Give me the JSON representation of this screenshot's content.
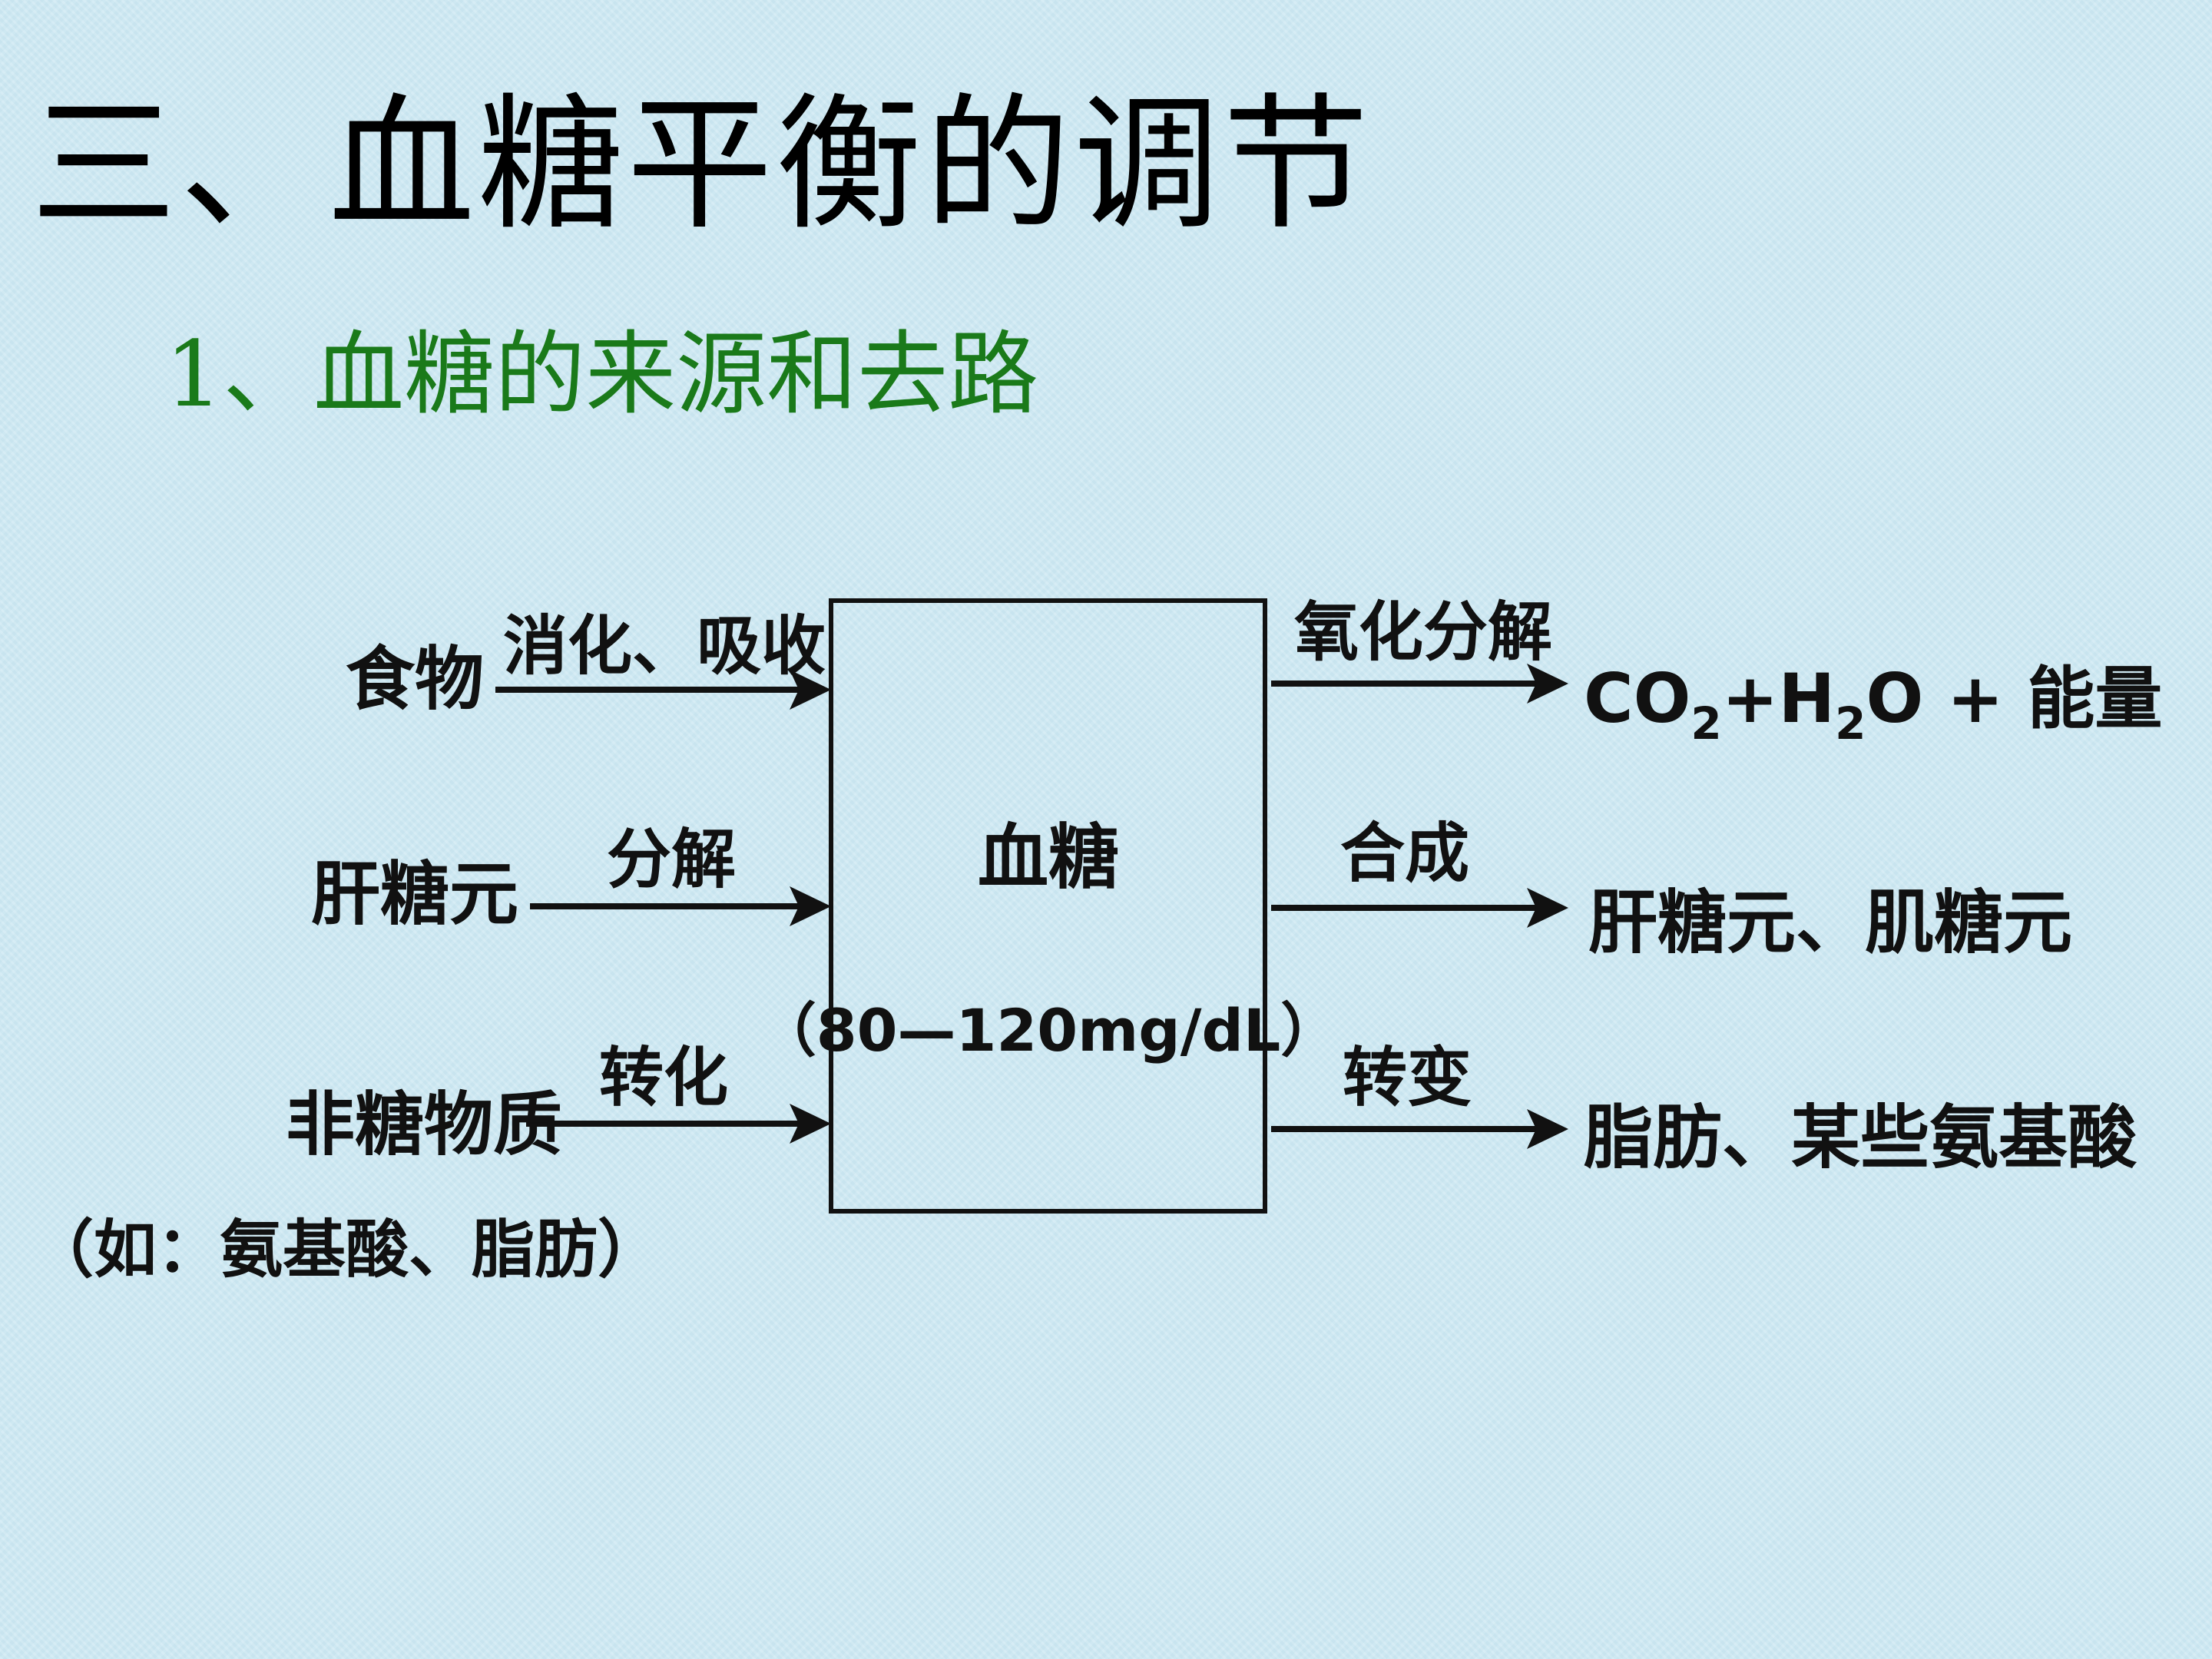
{
  "title": "三、血糖平衡的调节",
  "subtitle": "1、血糖的来源和去路",
  "diagram": {
    "center": {
      "label": "血糖",
      "range": "（80—120mg/dL）"
    },
    "sources": [
      {
        "label": "食物",
        "process": "消化、吸收"
      },
      {
        "label": "肝糖元",
        "process": "分解"
      },
      {
        "label": "非糖物质",
        "note": "（如：氨基酸、脂肪）",
        "process": "转化"
      }
    ],
    "outputs": [
      {
        "process": "氧化分解",
        "result": {
          "co": "CO",
          "sub1": "2",
          "plus_h": "+H",
          "sub2": "2",
          "tail": "O + 能量"
        }
      },
      {
        "process": "合成",
        "label": "肝糖元、肌糖元"
      },
      {
        "process": "转变",
        "label": "脂肪、某些氨基酸"
      }
    ]
  }
}
